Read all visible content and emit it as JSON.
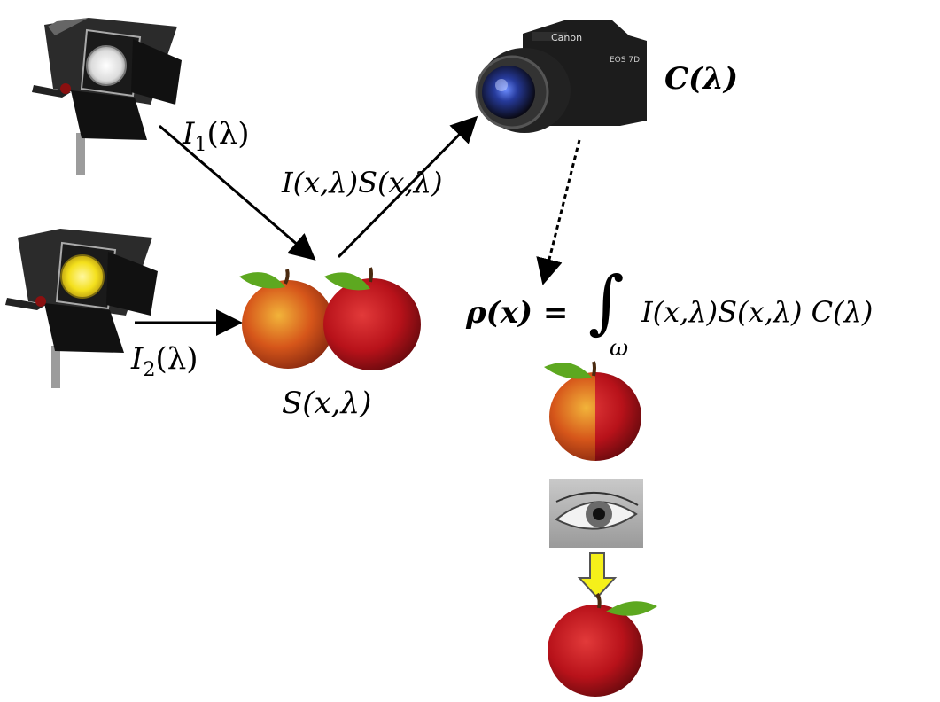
{
  "labels": {
    "illum1_base": "I",
    "illum1_sub": "1",
    "illum2_base": "I",
    "illum2_sub": "2",
    "lambda_arg": "(λ)",
    "reflect_text": "I(x,λ)S(x,λ)",
    "surface_text": "S(x,λ)",
    "camera_text": "C(λ)",
    "equation_lhs": "ρ(x) =",
    "equation_integral": "∫",
    "equation_domain": "ω",
    "equation_rhs": "I(x,λ)S(x,λ)  C(λ)"
  },
  "camera": {
    "brand": "Canon",
    "model": "EOS 7D"
  },
  "icons": [
    "spotlight-white",
    "spotlight-yellow",
    "apple-pair",
    "camera",
    "apple-half-tinted",
    "eye",
    "yellow-down-arrow",
    "red-apple"
  ],
  "colors": {
    "apple_red": "#b8121a",
    "apple_orange": "#d6561a",
    "leaf": "#5da820",
    "lamp_yellow": "#f4e01c",
    "arrow_yellow": "#f5f01a"
  }
}
